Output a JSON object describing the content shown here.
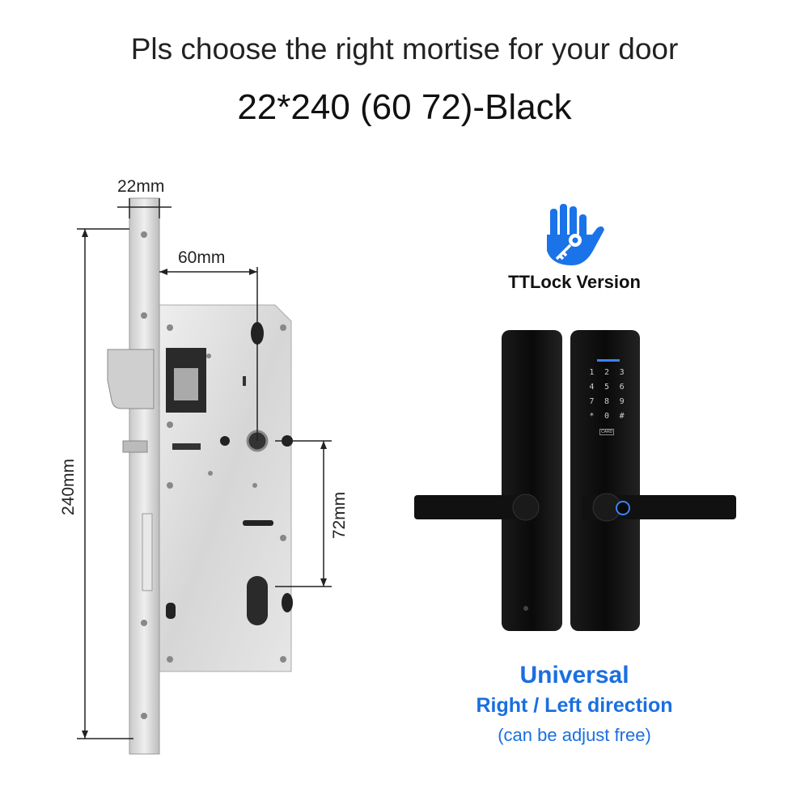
{
  "header": {
    "instruction": "Pls choose the right mortise for your door",
    "model": "22*240 (60 72)-Black"
  },
  "mortise": {
    "dimensions": {
      "faceplate_width": "22mm",
      "length": "240mm",
      "backset": "60mm",
      "center_distance": "72mm"
    }
  },
  "app_badge": {
    "icon": "hand-key-icon",
    "label": "TTLock Version"
  },
  "keypad": {
    "keys": [
      "1",
      "2",
      "3",
      "4",
      "5",
      "6",
      "7",
      "8",
      "9",
      "*",
      "0",
      "#"
    ],
    "card_label": "CARD"
  },
  "features": {
    "title": "Universal",
    "direction": "Right / Left direction",
    "note": "(can be adjust free)"
  },
  "colors": {
    "accent": "#1a6fe0",
    "lock_body": "#111111",
    "steel": "#dcdcdc"
  }
}
